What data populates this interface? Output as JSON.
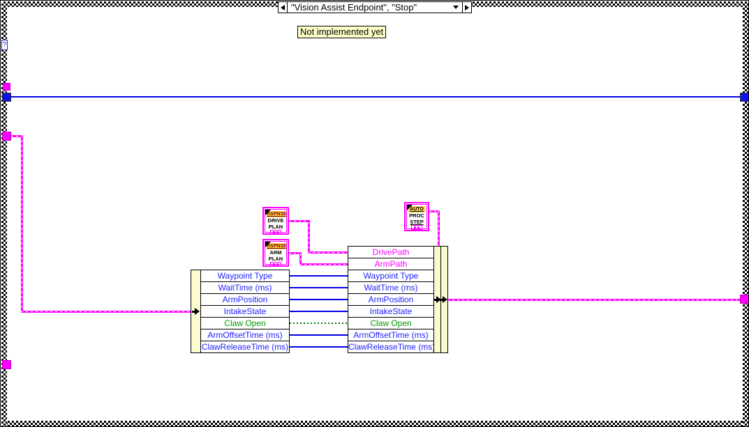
{
  "case_structure": {
    "selector_label": "\"Vision Assist Endpoint\", \"Stop\"",
    "selector_terminal": "?",
    "comment": "Not implemented yet"
  },
  "constants": {
    "drive_plan": {
      "banner": "RSPNSE",
      "line1": "DRIVE",
      "line2": "PLAN"
    },
    "arm_plan": {
      "banner": "RSPNSE",
      "line1": "ARM",
      "line2": "PLAN"
    },
    "auto_proc_step": {
      "banner": "AUTO",
      "line1": "PROC",
      "line2": "STEP"
    }
  },
  "unbundle": {
    "fields": [
      {
        "label": "Waypoint Type",
        "type": "numeric"
      },
      {
        "label": "WaitTime (ms)",
        "type": "numeric"
      },
      {
        "label": "ArmPosition",
        "type": "numeric"
      },
      {
        "label": "IntakeState",
        "type": "numeric"
      },
      {
        "label": "Claw Open",
        "type": "boolean"
      },
      {
        "label": "ArmOffsetTime (ms)",
        "type": "numeric"
      },
      {
        "label": "ClawReleaseTime (ms)",
        "type": "numeric"
      }
    ]
  },
  "bundle": {
    "fields": [
      {
        "label": "DrivePath",
        "type": "cluster"
      },
      {
        "label": "ArmPath",
        "type": "cluster"
      },
      {
        "label": "Waypoint Type",
        "type": "numeric"
      },
      {
        "label": "WaitTime (ms)",
        "type": "numeric"
      },
      {
        "label": "ArmPosition",
        "type": "numeric"
      },
      {
        "label": "IntakeState",
        "type": "numeric"
      },
      {
        "label": "Claw Open",
        "type": "boolean"
      },
      {
        "label": "ArmOffsetTime (ms)",
        "type": "numeric"
      },
      {
        "label": "ClawReleaseTime (ms)",
        "type": "numeric"
      }
    ]
  },
  "colors": {
    "cluster_wire": "#ff00ff",
    "numeric_wire": "#0000e8",
    "boolean_wire": "#007000",
    "numeric_text": "#2222ff",
    "boolean_text": "#009900",
    "cluster_text": "#ff00ff",
    "node_fill": "#fbfbd0",
    "comment_fill": "#fffec8",
    "banner_fill": "#ffd24d"
  }
}
